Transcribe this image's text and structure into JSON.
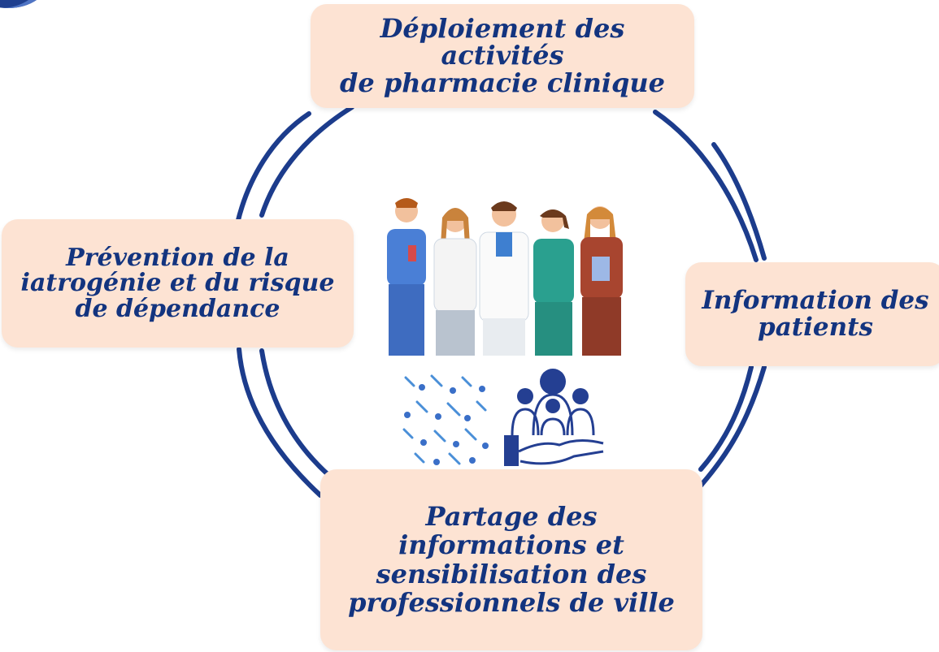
{
  "colors": {
    "accent": "#1c3c8c",
    "card_bg": "#fde3d3",
    "text": "#13347f"
  },
  "nodes": {
    "top": "Déploiement des activités\nde pharmacie clinique",
    "left": "Prévention de la\niatrogénie et du risque\nde dépendance",
    "right": "Information des\npatients",
    "bottom": "Partage des\ninformations et\nsensibilisation des\nprofessionnels de ville"
  },
  "icons": {
    "corner": "logo-partial-icon",
    "center_top": "healthcare-team-illustration",
    "center_bottom_left": "medication-pattern-icon",
    "center_bottom_right": "community-care-icon"
  }
}
